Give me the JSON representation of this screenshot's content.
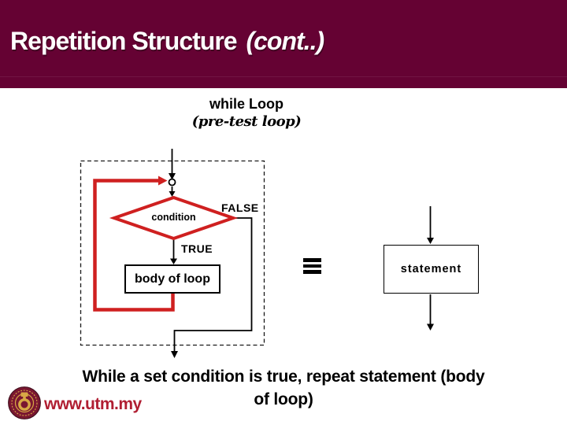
{
  "title": {
    "main": "Repetition Structure",
    "cont": "(cont..)"
  },
  "subtitle": {
    "line1": "while Loop",
    "line2": "(pre-test loop)"
  },
  "flowchart": {
    "condition_label": "condition",
    "false_label": "FALSE",
    "true_label": "TRUE",
    "body_label": "body of loop",
    "statement_label": "statement",
    "equivalence_symbol": "≡"
  },
  "caption": {
    "line1": "While a set condition is true, repeat statement (body",
    "line2": "of loop)"
  },
  "footer": {
    "url": "www.utm.my"
  },
  "icons": {
    "logo": "utm-logo-icon",
    "equivalence": "equivalence-icon"
  },
  "colors": {
    "header_bg": "#650233",
    "flow_red": "#CF2020",
    "url_red": "#B01E32",
    "text": "#000000"
  }
}
